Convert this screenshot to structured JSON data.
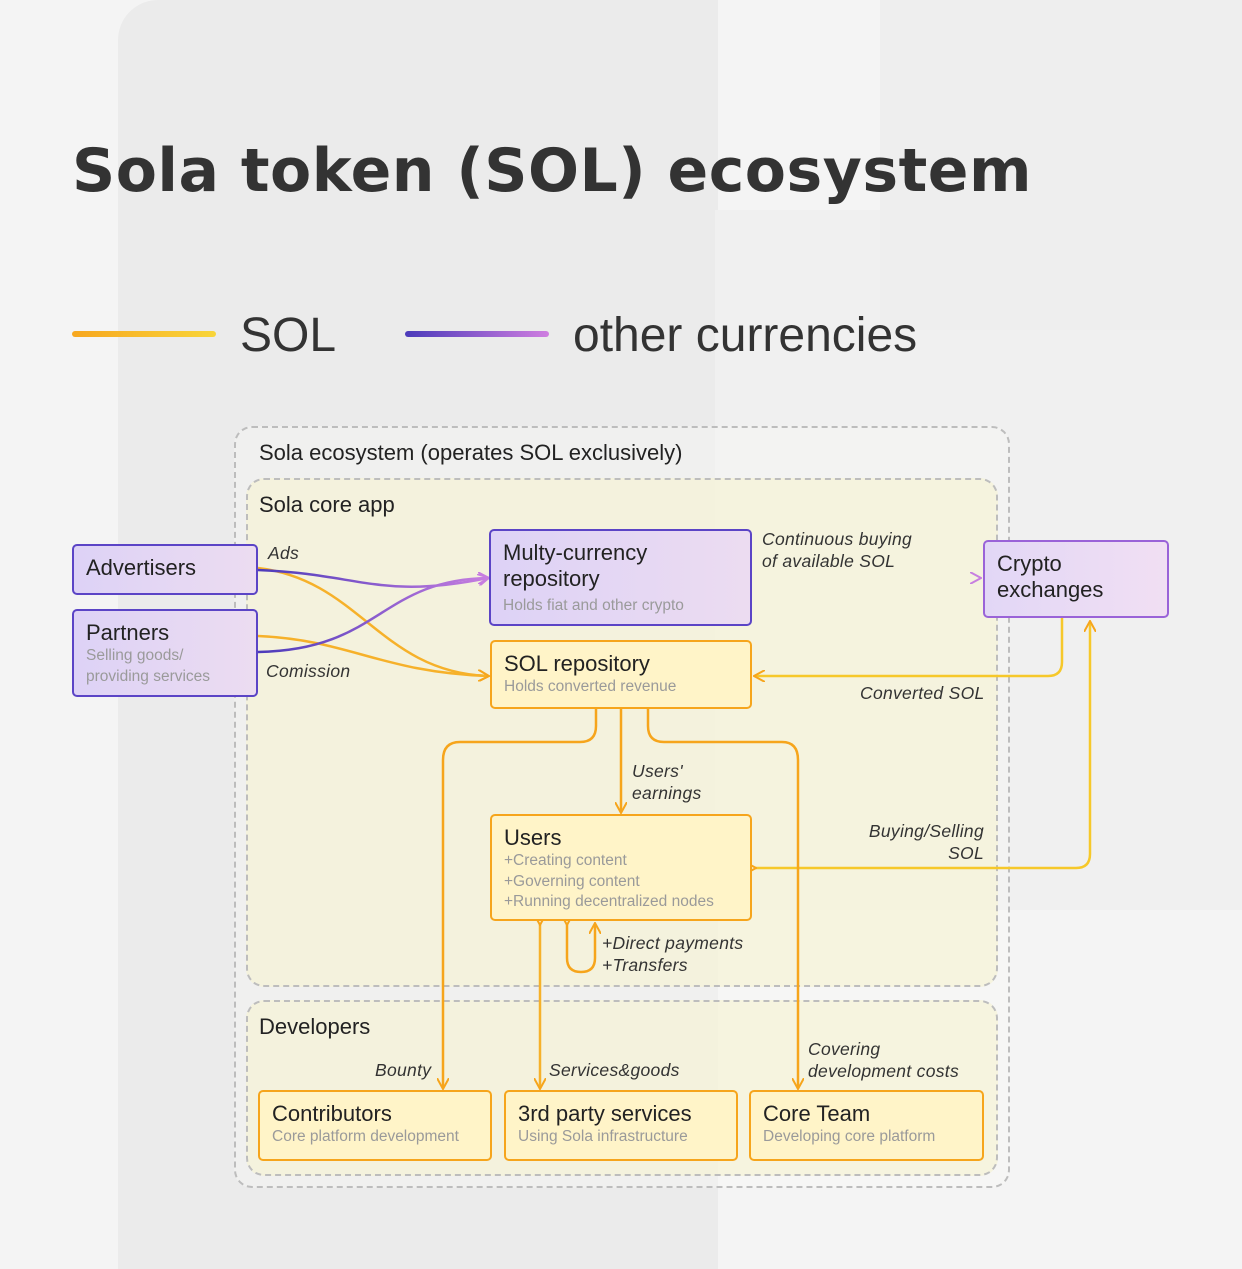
{
  "title": "Sola token (SOL) ecosystem",
  "legend": {
    "sol": {
      "label": "SOL",
      "color_start": "#f7a71f",
      "color_end": "#f8d53a"
    },
    "other": {
      "label": "other currencies",
      "color_start": "#4b3aba",
      "color_end": "#cf7ee0"
    }
  },
  "groups": {
    "ecosystem": "Sola ecosystem (operates SOL exclusively)",
    "core_app": "Sola core app",
    "developers": "Developers"
  },
  "nodes": {
    "advertisers": {
      "title": "Advertisers"
    },
    "partners": {
      "title": "Partners",
      "sub": "Selling goods/\nproviding services"
    },
    "multy_currency": {
      "title": "Multy-currency\nrepository",
      "sub": "Holds fiat and other crypto"
    },
    "crypto_exchanges": {
      "title": "Crypto\nexchanges"
    },
    "sol_repository": {
      "title": "SOL repository",
      "sub": "Holds converted revenue"
    },
    "users": {
      "title": "Users",
      "sub": "+Creating content\n+Governing content\n+Running decentralized nodes"
    },
    "contributors": {
      "title": "Contributors",
      "sub": "Core platform development"
    },
    "third_party": {
      "title": "3rd party services",
      "sub": "Using Sola infrastructure"
    },
    "core_team": {
      "title": "Core Team",
      "sub": "Developing core platform"
    }
  },
  "edge_labels": {
    "ads": "Ads",
    "comission": "Comission",
    "continuous_buying": "Continuous buying\nof available SOL",
    "converted_sol": "Converted SOL",
    "users_earnings": "Users'\nearnings",
    "buying_selling": "Buying/Selling\nSOL",
    "direct_payments": "+Direct payments\n+Transfers",
    "bounty": "Bounty",
    "services_goods": "Services&goods",
    "covering": "Covering\ndevelopment costs"
  },
  "colors": {
    "sol_edge": "#f6b12a",
    "other_edge": "#6a4fc8",
    "other_edge_light": "#c77ee0"
  }
}
